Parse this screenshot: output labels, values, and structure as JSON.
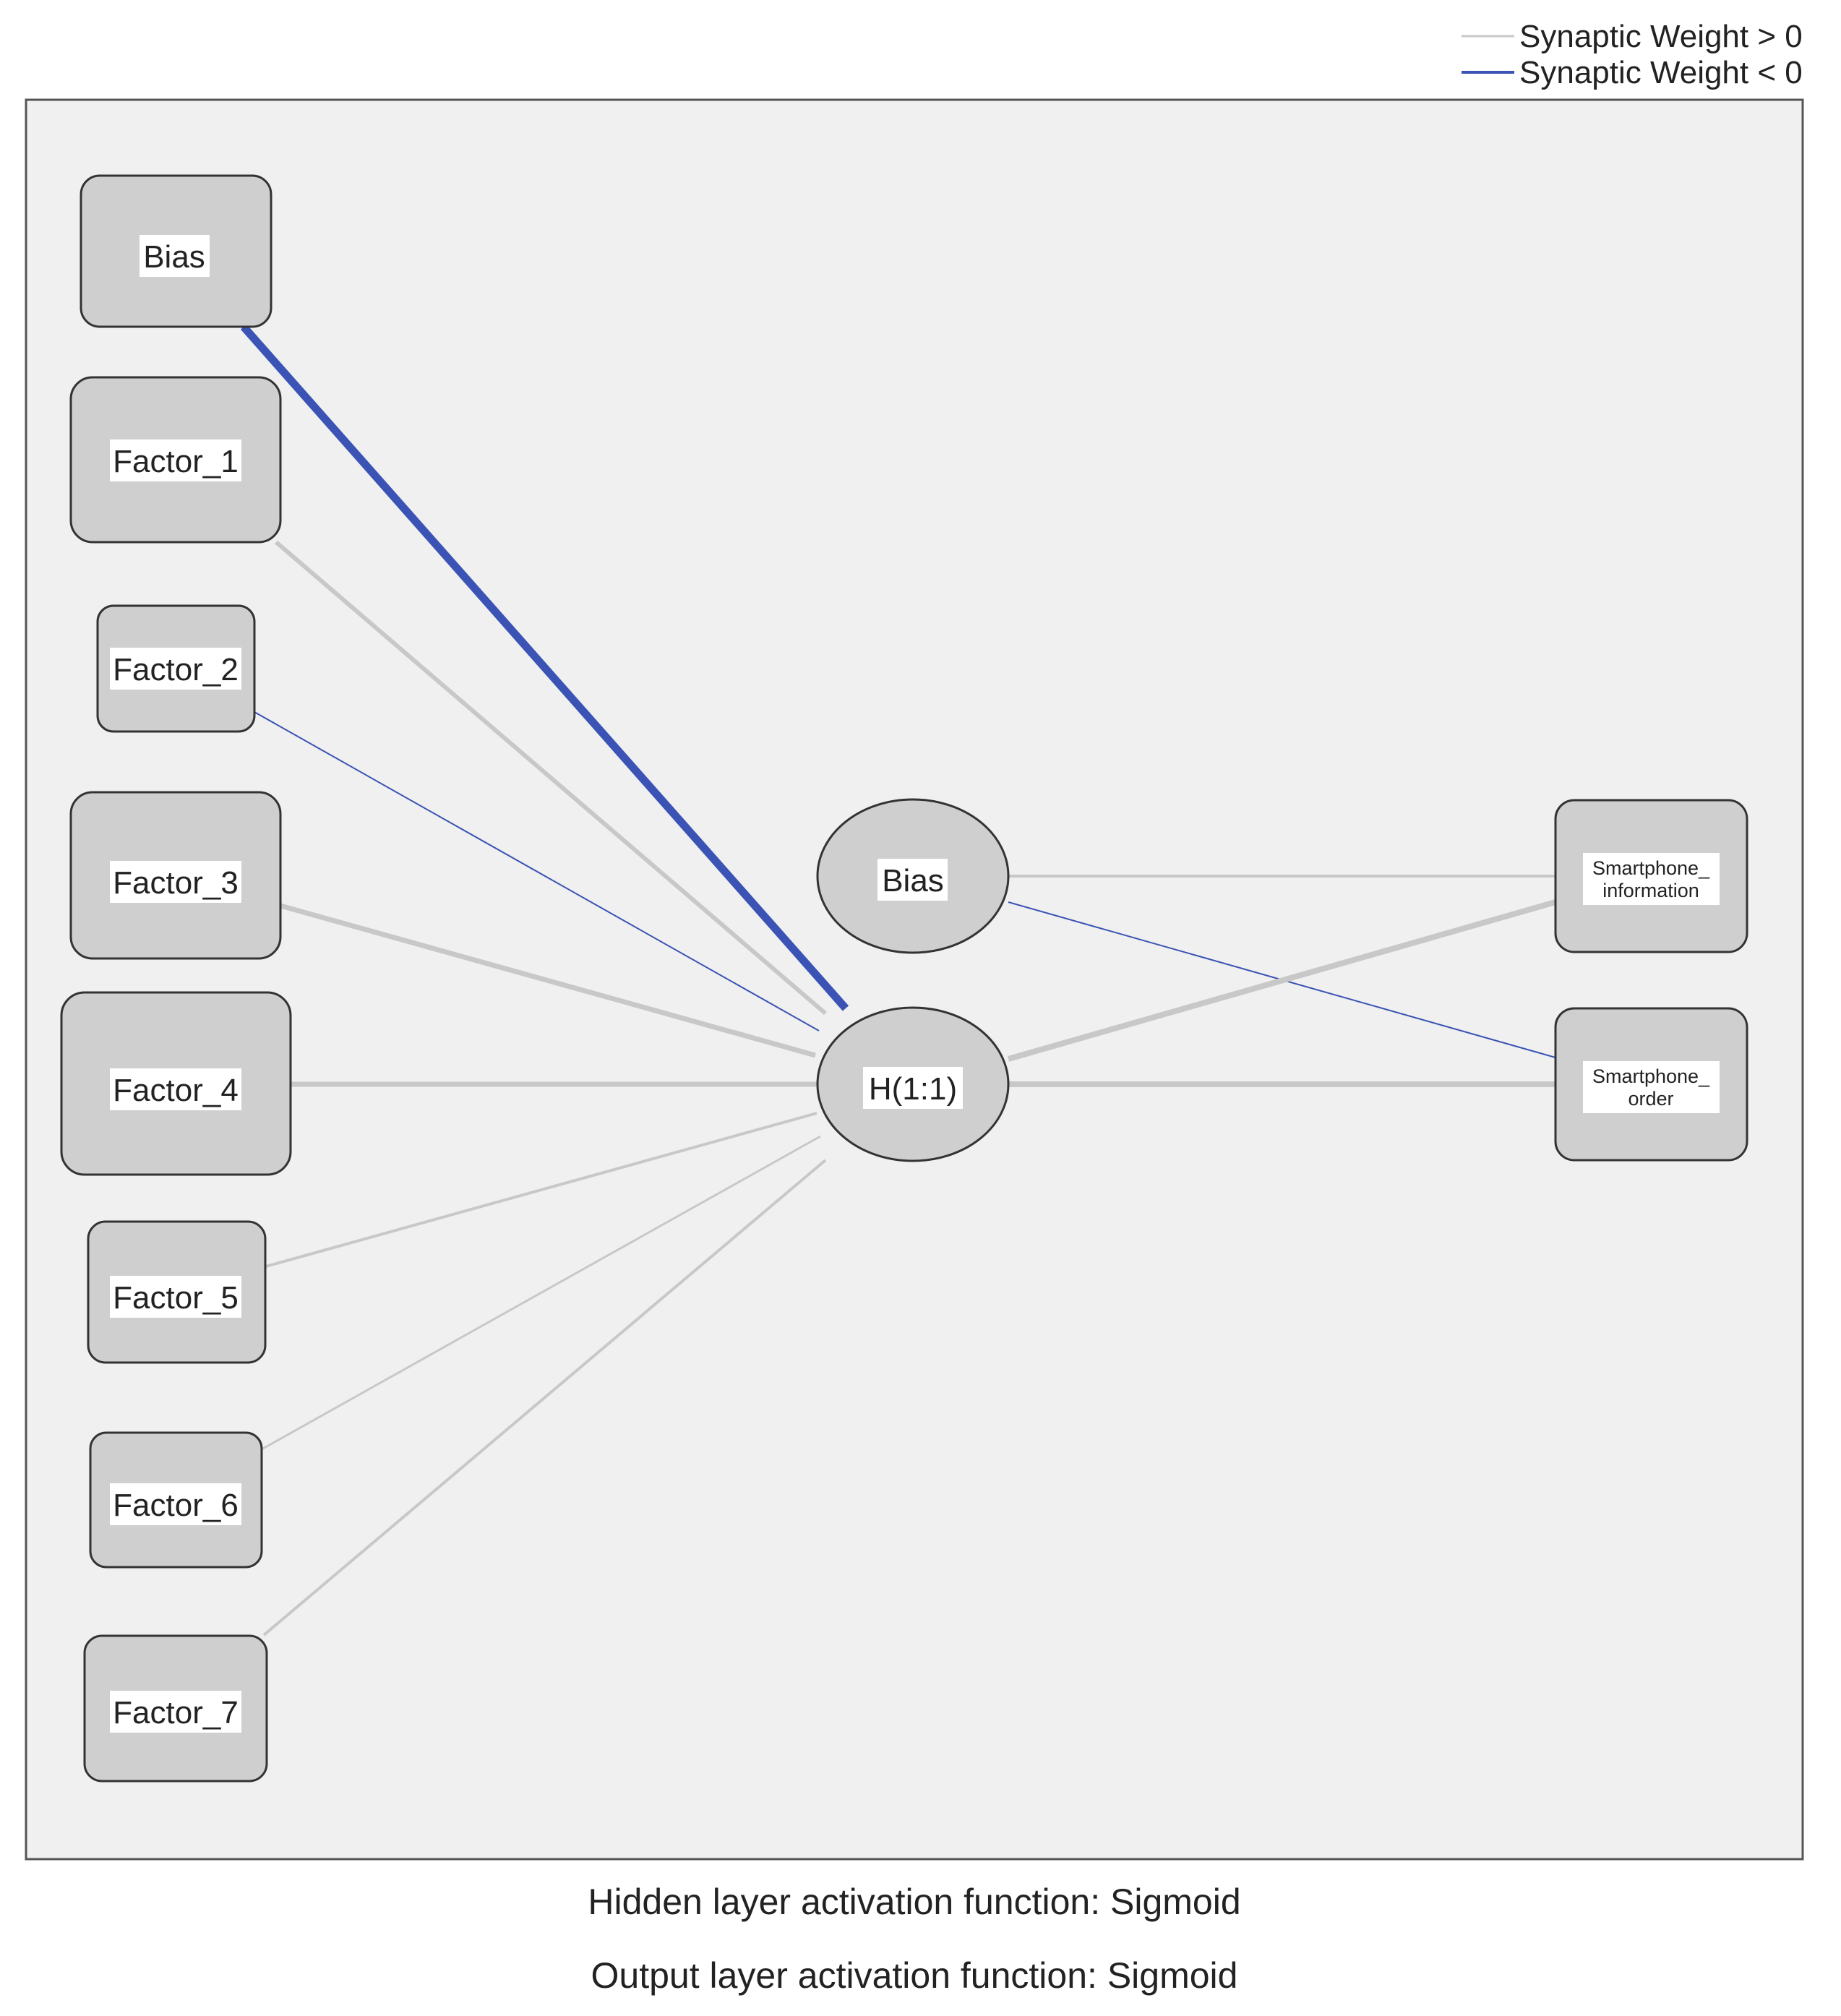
{
  "legend": {
    "positive_label": "Synaptic Weight > 0",
    "negative_label": "Synaptic Weight < 0"
  },
  "colors": {
    "positive": "#c8c8c8",
    "negative": "#3a53b4",
    "node_fill": "#cfcfcf",
    "plot_background": "#f0f0f0"
  },
  "layers": {
    "input": [
      "Bias",
      "Factor_1",
      "Factor_2",
      "Factor_3",
      "Factor_4",
      "Factor_5",
      "Factor_6",
      "Factor_7"
    ],
    "hidden": [
      "Bias",
      "H(1:1)"
    ],
    "output": [
      {
        "lines": [
          "Smartphone_",
          "information"
        ]
      },
      {
        "lines": [
          "Smartphone_",
          "order"
        ]
      }
    ]
  },
  "connections": [
    {
      "from": "Bias",
      "to": "H(1:1)",
      "sign": "negative",
      "strength": "strong"
    },
    {
      "from": "Factor_1",
      "to": "H(1:1)",
      "sign": "positive",
      "strength": "medium"
    },
    {
      "from": "Factor_2",
      "to": "H(1:1)",
      "sign": "negative",
      "strength": "weak"
    },
    {
      "from": "Factor_3",
      "to": "H(1:1)",
      "sign": "positive",
      "strength": "medium"
    },
    {
      "from": "Factor_4",
      "to": "H(1:1)",
      "sign": "positive",
      "strength": "medium"
    },
    {
      "from": "Factor_5",
      "to": "H(1:1)",
      "sign": "positive",
      "strength": "weak"
    },
    {
      "from": "Factor_6",
      "to": "H(1:1)",
      "sign": "positive",
      "strength": "weak"
    },
    {
      "from": "Factor_7",
      "to": "H(1:1)",
      "sign": "positive",
      "strength": "weak"
    },
    {
      "from": "Bias (hidden)",
      "to": "Smartphone_information",
      "sign": "positive",
      "strength": "weak"
    },
    {
      "from": "Bias (hidden)",
      "to": "Smartphone_order",
      "sign": "negative",
      "strength": "weak"
    },
    {
      "from": "H(1:1)",
      "to": "Smartphone_information",
      "sign": "positive",
      "strength": "medium"
    },
    {
      "from": "H(1:1)",
      "to": "Smartphone_order",
      "sign": "positive",
      "strength": "medium"
    }
  ],
  "footer": {
    "hidden_activation": "Hidden layer activation function: Sigmoid",
    "output_activation": "Output layer activation function: Sigmoid"
  }
}
